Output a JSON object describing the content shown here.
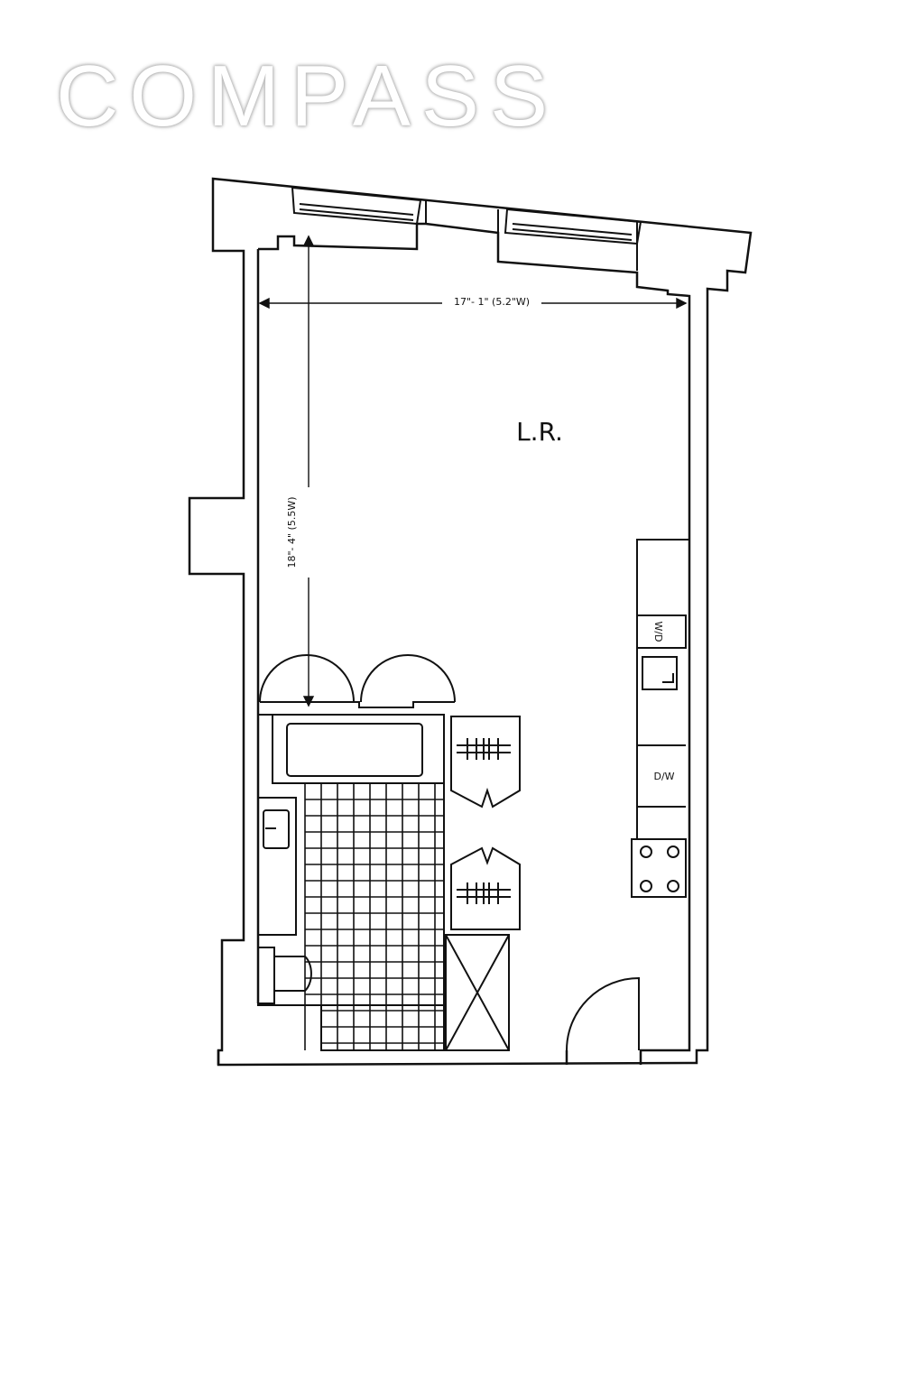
{
  "brand": {
    "logo_text": "COMPASS"
  },
  "plan": {
    "room_label": "L.R.",
    "width_dimension": "17\"- 1\" (5.2\"W)",
    "length_dimension": "18\"- 4\" (5.5W)",
    "washer_dryer_label": "W/D",
    "dishwasher_label": "D/W"
  }
}
